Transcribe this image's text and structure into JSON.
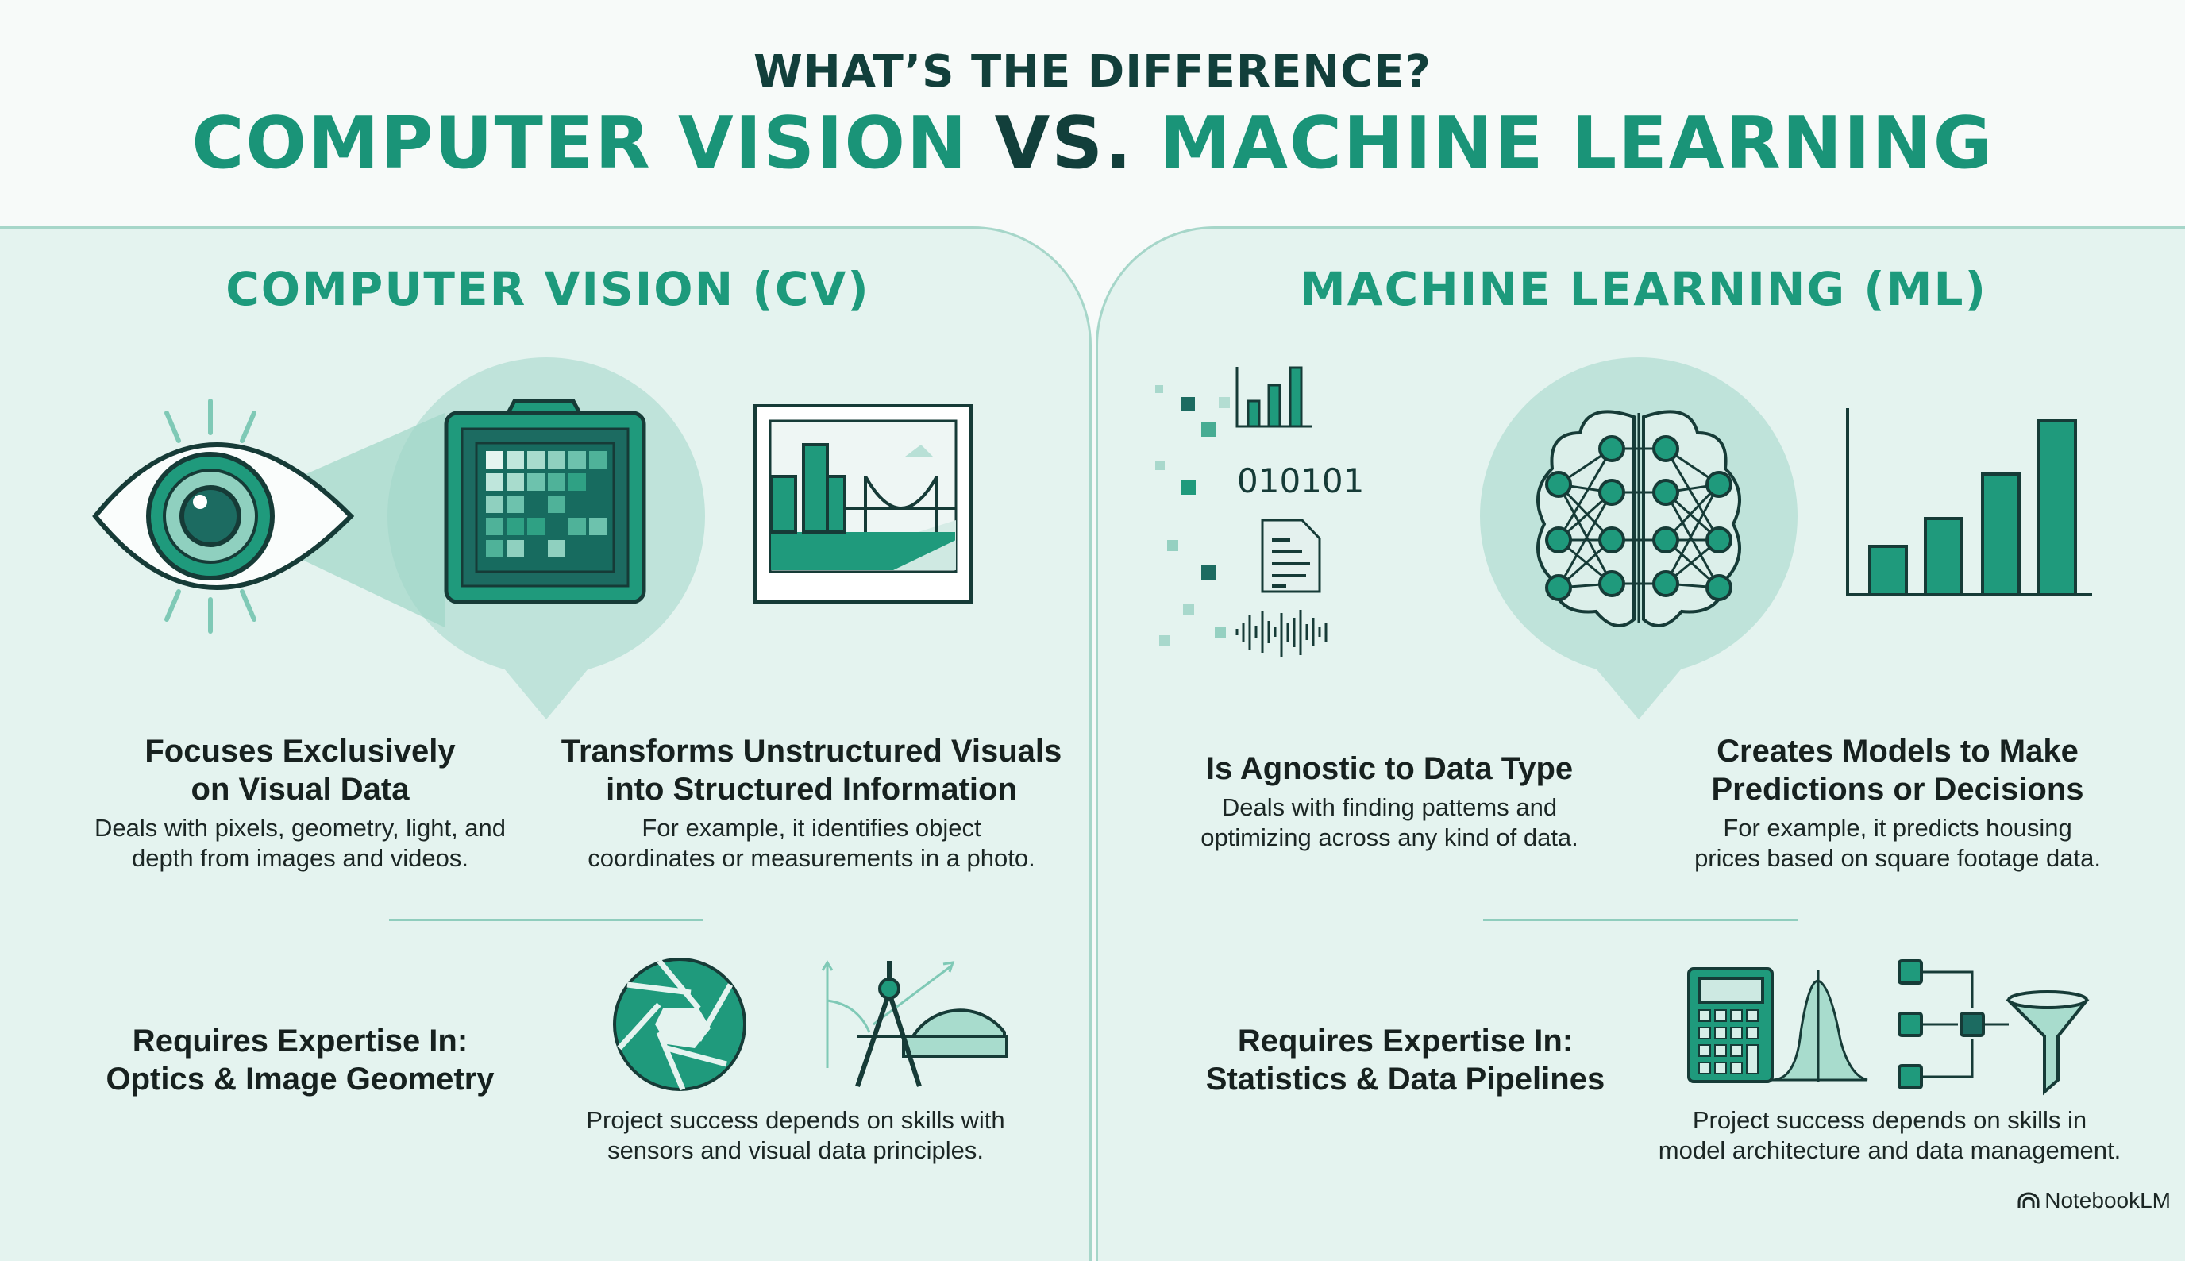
{
  "header": {
    "kicker": "WHAT’S THE DIFFERENCE?",
    "title_left": "COMPUTER VISION",
    "title_vs": "VS.",
    "title_right": "MACHINE LEARNING"
  },
  "cv": {
    "heading": "COMPUTER VISION (CV)",
    "point1": {
      "title_1": "Focuses Exclusively",
      "title_2": "on Visual Data",
      "desc_1": "Deals with pixels, geometry, light, and",
      "desc_2": "depth from images and videos."
    },
    "point2": {
      "title_1": "Transforms Unstructured Visuals",
      "title_2": "into Structured Information",
      "desc_1": "For example, it identifies object",
      "desc_2": "coordinates or measurements in a photo."
    },
    "expertise": {
      "title_1": "Requires Expertise In:",
      "title_2": "Optics & Image Geometry",
      "desc_1": "Project success depends on skills with",
      "desc_2": "sensors and visual data principles."
    }
  },
  "ml": {
    "heading": "MACHINE LEARNING (ML)",
    "binary_label": "010101",
    "point1": {
      "title_1": "Is Agnostic to Data Type",
      "desc_1": "Deals with finding pattems and",
      "desc_2": "optimizing across any kind of data."
    },
    "point2": {
      "title_1": "Creates Models to Make",
      "title_2": "Predictions or Decisions",
      "desc_1": "For example, it predicts housing",
      "desc_2": "prices based on square footage data."
    },
    "expertise": {
      "title_1": "Requires Expertise In:",
      "title_2": "Statistics & Data Pipelines",
      "desc_1": "Project success depends on skills in",
      "desc_2": "model architecture and data management."
    }
  },
  "brand": {
    "label": "NotebookLM",
    "icon": "notebooklm-logo-icon"
  },
  "colors": {
    "teal": "#1a9478",
    "dark_teal": "#123f3b",
    "panel_bg": "#e4f3ef",
    "bubble": "#bfe3da",
    "outline": "#163b37"
  }
}
